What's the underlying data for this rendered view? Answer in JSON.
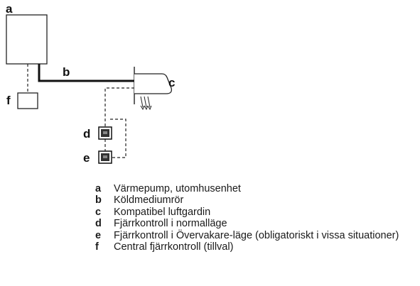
{
  "diagram": {
    "labels": {
      "a": "a",
      "b": "b",
      "c": "c",
      "d": "d",
      "e": "e",
      "f": "f"
    }
  },
  "legend": [
    {
      "key": "a",
      "text": "Värmepump, utomhusenhet"
    },
    {
      "key": "b",
      "text": "Köldmediumrör"
    },
    {
      "key": "c",
      "text": "Kompatibel luftgardin"
    },
    {
      "key": "d",
      "text": "Fjärrkontroll i normalläge"
    },
    {
      "key": "e",
      "text": "Fjärrkontroll i Övervakare-läge (obligatoriskt i vissa situationer)"
    },
    {
      "key": "f",
      "text": "Central fjärrkontroll (tillval)"
    }
  ]
}
